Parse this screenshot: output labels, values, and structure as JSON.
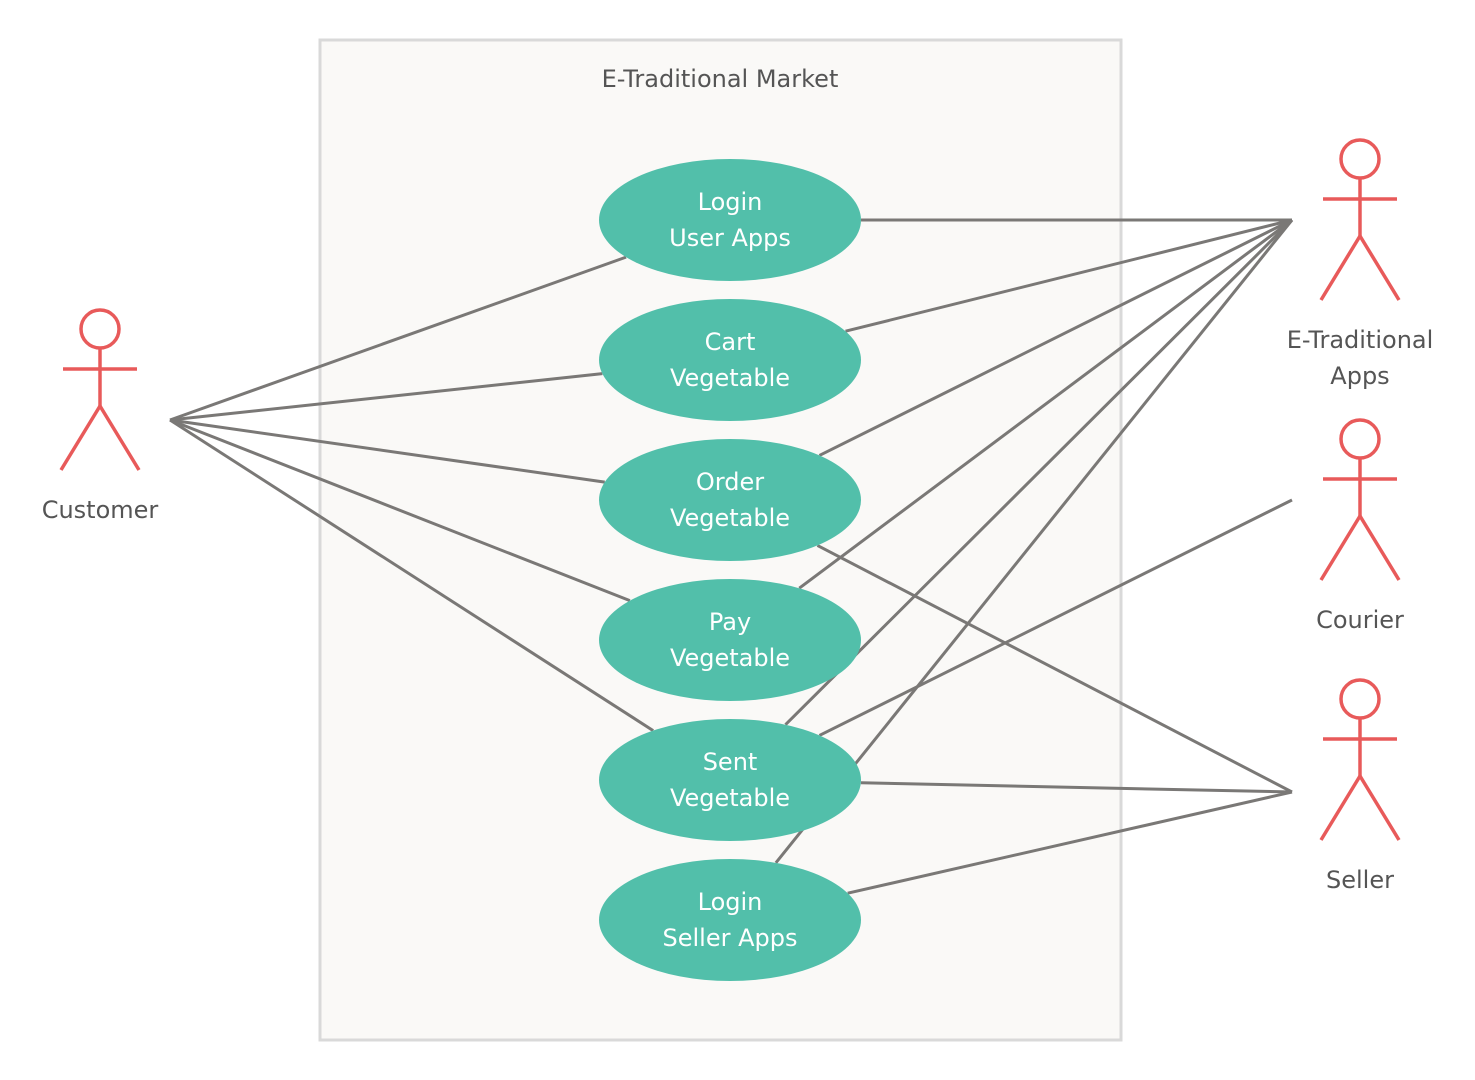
{
  "system": {
    "title": "E-Traditional Market"
  },
  "colors": {
    "use_case_fill": "#52bfaa",
    "actor_stroke": "#e85a5a",
    "line": "#7a7876",
    "boundary_fill": "#faf9f7",
    "boundary_stroke": "#d9d9d9"
  },
  "use_cases": [
    {
      "id": "login-user",
      "lines": [
        "Login",
        "User Apps"
      ]
    },
    {
      "id": "cart",
      "lines": [
        "Cart",
        "Vegetable"
      ]
    },
    {
      "id": "order",
      "lines": [
        "Order",
        "Vegetable"
      ]
    },
    {
      "id": "pay",
      "lines": [
        "Pay",
        "Vegetable"
      ]
    },
    {
      "id": "sent",
      "lines": [
        "Sent",
        "Vegetable"
      ]
    },
    {
      "id": "login-seller",
      "lines": [
        "Login",
        "Seller Apps"
      ]
    }
  ],
  "actors": [
    {
      "id": "customer",
      "lines": [
        "Customer"
      ]
    },
    {
      "id": "etrad",
      "lines": [
        "E-Traditional",
        "Apps"
      ]
    },
    {
      "id": "courier",
      "lines": [
        "Courier"
      ]
    },
    {
      "id": "seller",
      "lines": [
        "Seller"
      ]
    }
  ],
  "associations": [
    [
      "customer",
      "login-user"
    ],
    [
      "customer",
      "cart"
    ],
    [
      "customer",
      "order"
    ],
    [
      "customer",
      "pay"
    ],
    [
      "customer",
      "sent"
    ],
    [
      "etrad",
      "login-user"
    ],
    [
      "etrad",
      "cart"
    ],
    [
      "etrad",
      "order"
    ],
    [
      "etrad",
      "pay"
    ],
    [
      "etrad",
      "sent"
    ],
    [
      "etrad",
      "login-seller"
    ],
    [
      "courier",
      "sent"
    ],
    [
      "seller",
      "order"
    ],
    [
      "seller",
      "sent"
    ],
    [
      "seller",
      "login-seller"
    ]
  ]
}
